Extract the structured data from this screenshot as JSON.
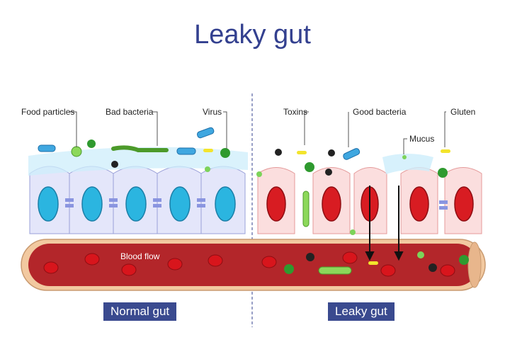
{
  "title": "Leaky gut",
  "labels": {
    "food_particles": "Food particles",
    "bad_bacteria": "Bad bacteria",
    "virus": "Virus",
    "toxins": "Toxins",
    "good_bacteria": "Good bacteria",
    "gluten": "Gluten",
    "mucus": "Mucus",
    "blood_flow": "Blood flow"
  },
  "captions": {
    "normal": "Normal gut",
    "leaky": "Leaky gut"
  },
  "colors": {
    "title": "#33408f",
    "caption_bg": "#3a4a8f",
    "normal_nucleus": "#2bb5e0",
    "leaky_nucleus": "#d81c22",
    "vessel": "#b3262a",
    "vessel_wall": "#f2c9a0"
  }
}
